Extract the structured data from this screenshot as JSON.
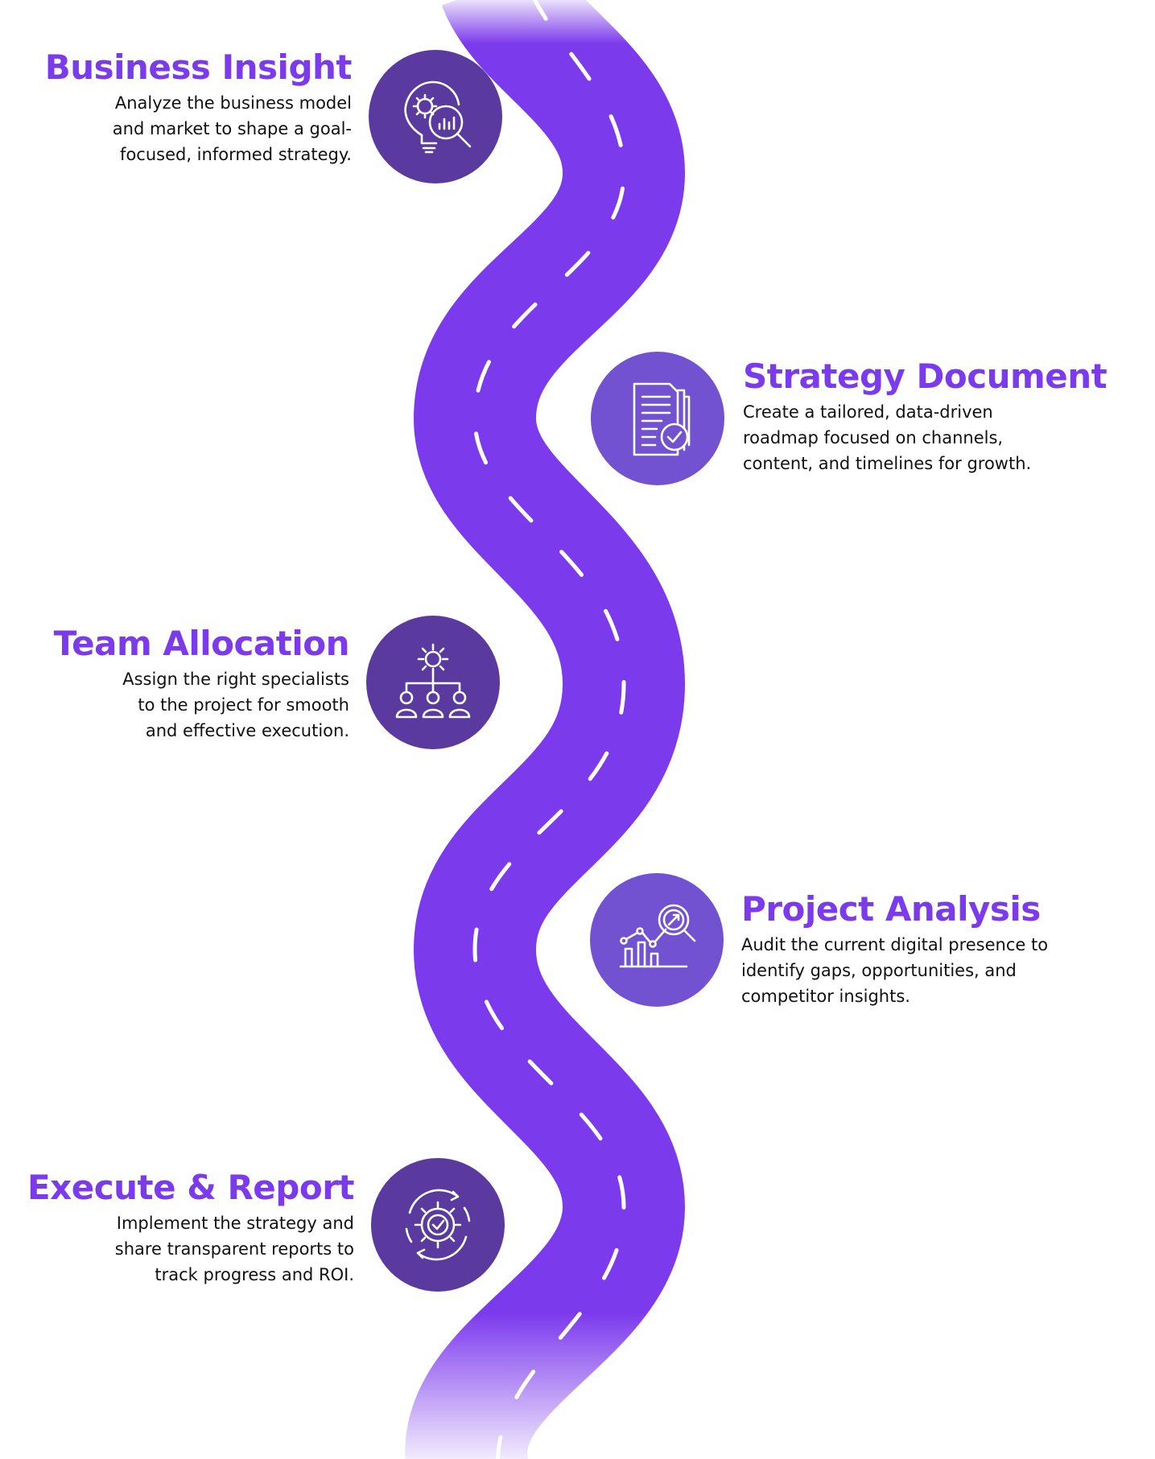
{
  "colors": {
    "road": "#7c3aed",
    "title": "#7c3aed",
    "circle_dark": "#5a3a9e",
    "circle_mid": "#7252d0",
    "text": "#111111"
  },
  "steps": [
    {
      "title": "Business Insight",
      "icon": "lightbulb-gear-magnifier-icon",
      "lines": [
        "Analyze the business model",
        "and market to shape a goal-",
        "focused, informed strategy."
      ]
    },
    {
      "title": "Strategy Document",
      "icon": "document-checkmark-icon",
      "lines": [
        "Create a tailored, data-driven",
        "roadmap focused on channels,",
        "content, and timelines for growth."
      ]
    },
    {
      "title": "Team Allocation",
      "icon": "gear-team-hierarchy-icon",
      "lines": [
        "Assign the right specialists",
        "to the project for smooth",
        "and effective execution."
      ]
    },
    {
      "title": "Project Analysis",
      "icon": "chart-magnifier-icon",
      "lines": [
        "Audit the current digital presence to",
        "identify gaps, opportunities, and",
        "competitor insights."
      ]
    },
    {
      "title": "Execute &  Report",
      "icon": "gear-check-cycle-icon",
      "lines": [
        "Implement the strategy and",
        "share transparent reports to",
        "track progress and ROI."
      ]
    }
  ]
}
